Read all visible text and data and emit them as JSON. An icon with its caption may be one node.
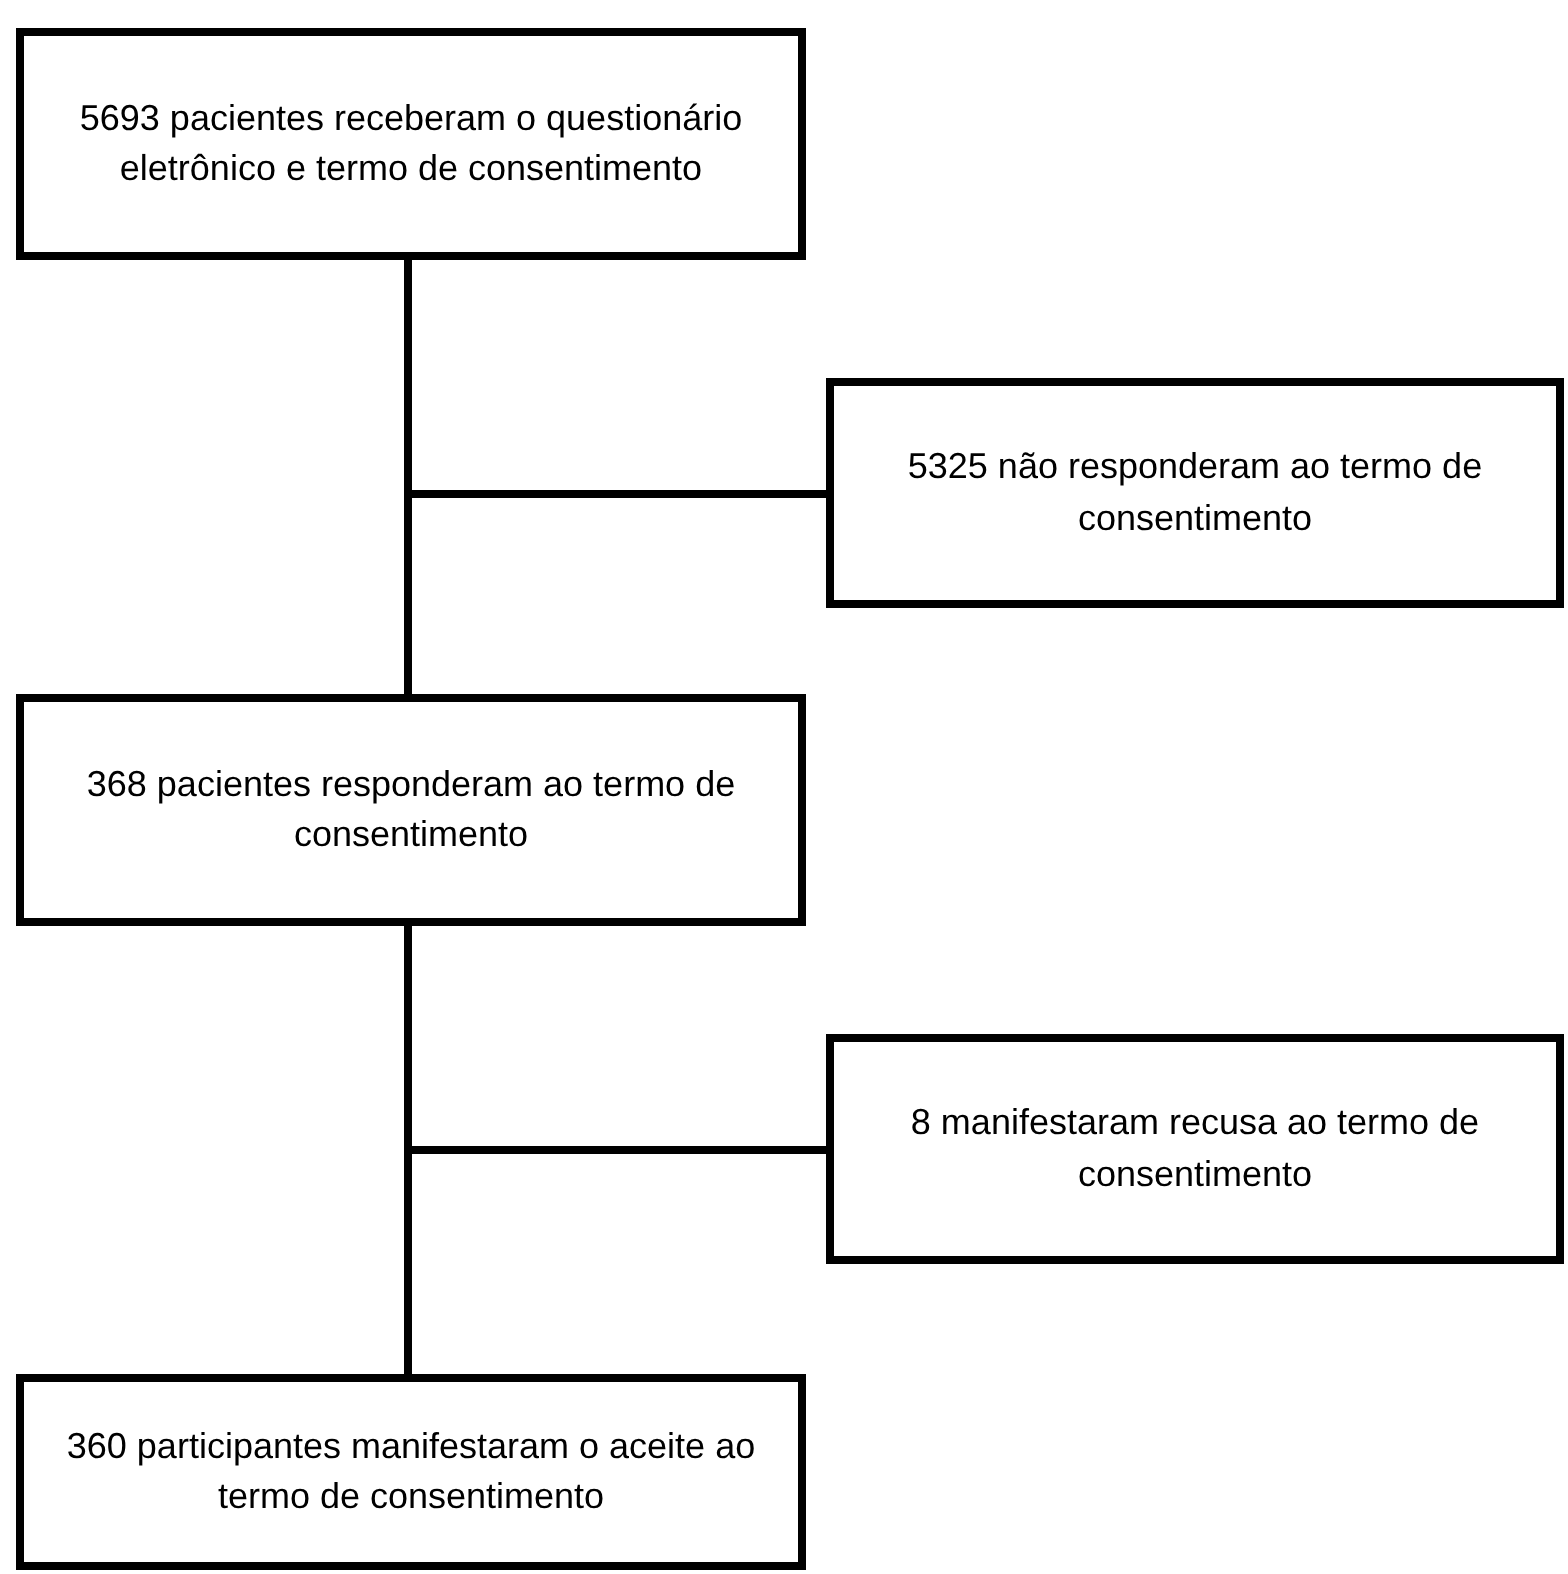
{
  "diagram": {
    "nodes": [
      {
        "text": [
          "5693 pacientes receberam o questionário eletrônico e termo de consentimento"
        ]
      },
      {
        "text": [
          "5325 não responderam ao termo de consentimento"
        ]
      },
      {
        "text": [
          "368 pacientes responderam ao termo de consentimento"
        ]
      },
      {
        "text": [
          "8 manifestaram recusa ao termo de consentimento"
        ]
      },
      {
        "text": [
          "360 participantes manifestaram o aceite ao termo de consentimento"
        ]
      }
    ],
    "edges": [
      {
        "from": 0,
        "to": 1,
        "arrow": "none"
      },
      {
        "from": 0,
        "to": 2,
        "arrow": "none"
      },
      {
        "from": 2,
        "to": 3,
        "arrow": "none"
      },
      {
        "from": 2,
        "to": 4,
        "arrow": "none"
      }
    ]
  }
}
